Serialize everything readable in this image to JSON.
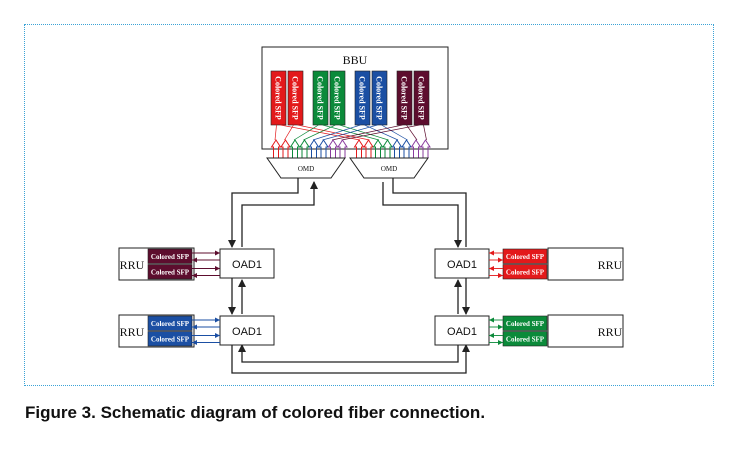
{
  "diagram": {
    "bbu_label": "BBU",
    "sfp_label": "Colored SFP",
    "omd_label": "OMD",
    "oad_label": "OAD1",
    "rru_label": "RRU",
    "colors": {
      "red": "#e3191b",
      "green": "#0b8a3a",
      "blue": "#1b4fa3",
      "purple": "#5d0d2e",
      "violet": "#8a3c9e"
    }
  },
  "caption": "Figure 3. Schematic diagram of colored fiber connection."
}
